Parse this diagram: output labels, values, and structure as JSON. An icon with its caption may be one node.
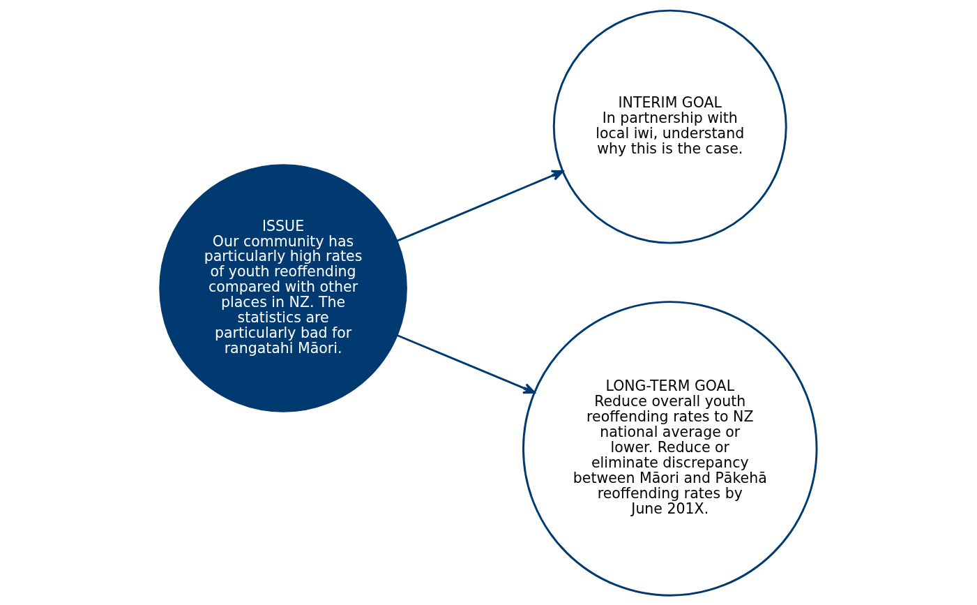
{
  "diagram": {
    "nodes": [
      {
        "text": [
          "ISSUE",
          "Our community has particularly high rates of youth reoffending compared with other places in NZ. The statistics are particularly bad for rangatahi Māori."
        ]
      },
      {
        "text": [
          "INTERIM GOAL",
          "In partnership with local iwi, understand why this is the case."
        ]
      },
      {
        "text": [
          "LONG-TERM GOAL",
          "Reduce overall youth reoffending rates to NZ national average or lower. Reduce or eliminate discrepancy between Māori and Pākehā reoffending rates by June 201X."
        ]
      }
    ],
    "edges": [
      {
        "from": 0,
        "to": 1,
        "arrow": "to"
      },
      {
        "from": 0,
        "to": 2,
        "arrow": "to"
      }
    ]
  }
}
